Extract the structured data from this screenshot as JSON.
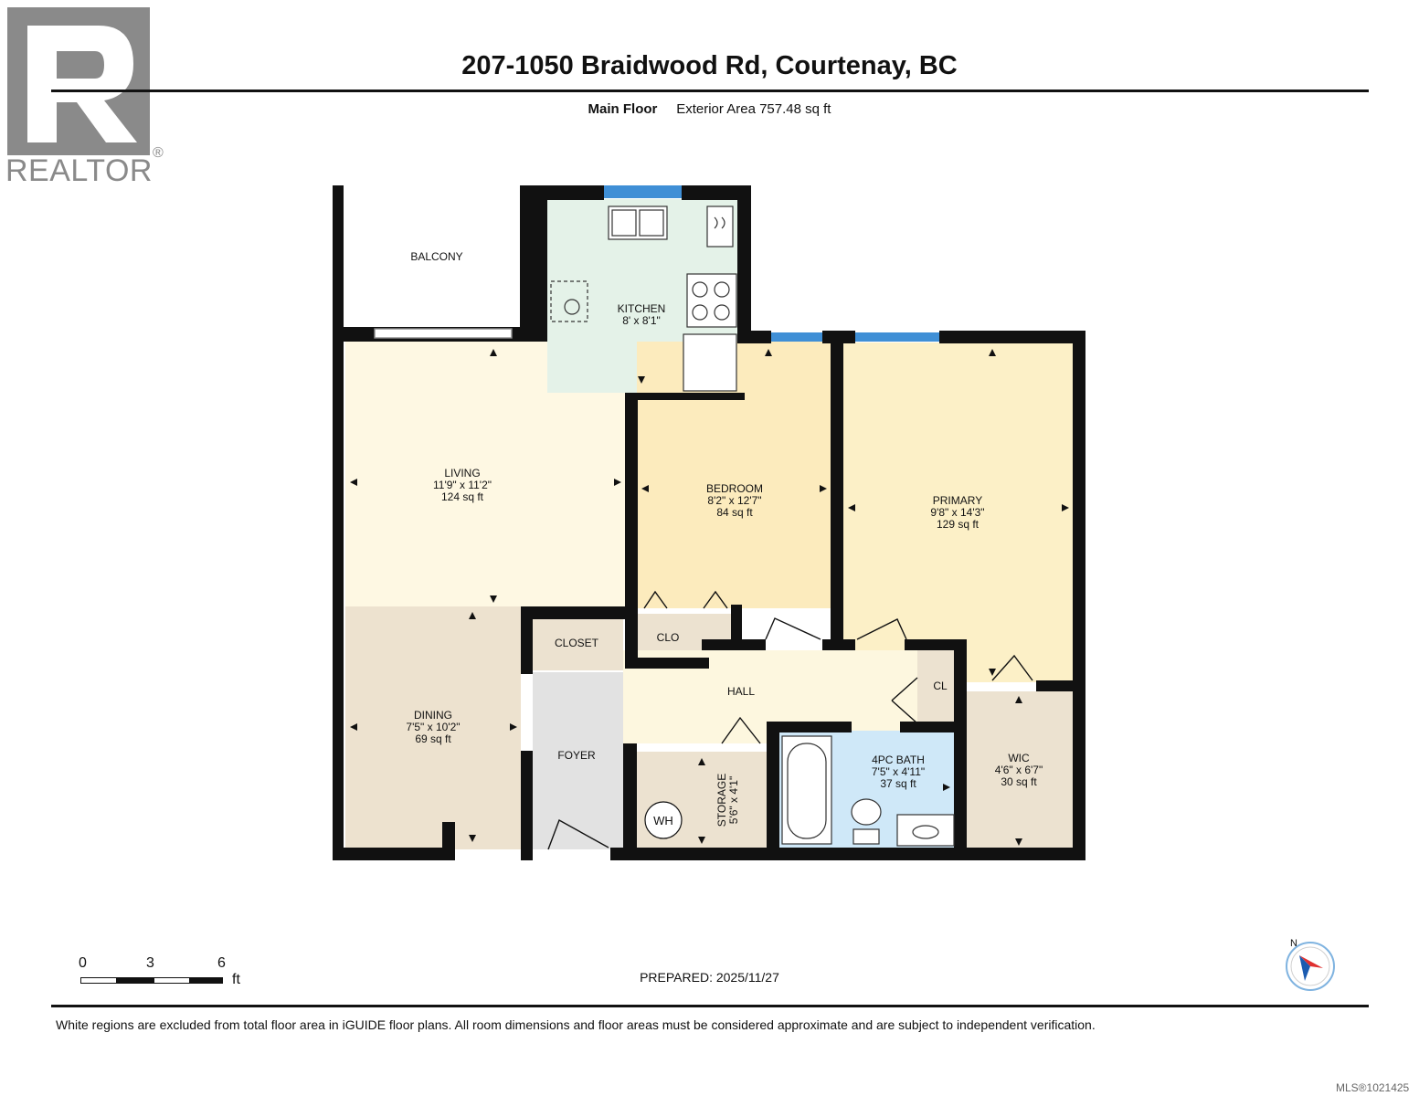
{
  "header": {
    "title": "207-1050 Braidwood Rd, Courtenay, BC",
    "floor_label": "Main Floor",
    "exterior_area": "Exterior Area 757.48 sq ft"
  },
  "logo": {
    "wordmark": "REALTOR",
    "registered": "®"
  },
  "rooms": [
    {
      "id": "balcony",
      "name": "BALCONY",
      "dims": "",
      "area": ""
    },
    {
      "id": "kitchen",
      "name": "KITCHEN",
      "dims": "8' x 8'1\"",
      "area": ""
    },
    {
      "id": "living",
      "name": "LIVING",
      "dims": "11'9\" x 11'2\"",
      "area": "124 sq ft"
    },
    {
      "id": "bedroom",
      "name": "BEDROOM",
      "dims": "8'2\" x 12'7\"",
      "area": "84 sq ft"
    },
    {
      "id": "primary",
      "name": "PRIMARY",
      "dims": "9'8\" x 14'3\"",
      "area": "129 sq ft"
    },
    {
      "id": "clo",
      "name": "CLO",
      "dims": "",
      "area": ""
    },
    {
      "id": "closet",
      "name": "CLOSET",
      "dims": "",
      "area": ""
    },
    {
      "id": "hall",
      "name": "HALL",
      "dims": "",
      "area": ""
    },
    {
      "id": "cl",
      "name": "CL",
      "dims": "",
      "area": ""
    },
    {
      "id": "dining",
      "name": "DINING",
      "dims": "7'5\" x 10'2\"",
      "area": "69 sq ft"
    },
    {
      "id": "foyer",
      "name": "FOYER",
      "dims": "",
      "area": ""
    },
    {
      "id": "storage",
      "name": "STORAGE",
      "dims": "5'6\" x 4'1\"",
      "area": ""
    },
    {
      "id": "bath",
      "name": "4PC BATH",
      "dims": "7'5\" x 4'11\"",
      "area": "37 sq ft"
    },
    {
      "id": "wic",
      "name": "WIC",
      "dims": "4'6\" x 6'7\"",
      "area": "30 sq ft"
    }
  ],
  "fixtures": {
    "water_heater": "WH"
  },
  "colors": {
    "wall": "#111111",
    "window": "#3f8fd6",
    "living": "#fef8e3",
    "dining": "#ede2cf",
    "kitchen": "#e4f2e8",
    "bedroom": "#fcebbd",
    "primary": "#fcf0c7",
    "hall": "#fdf7df",
    "closet": "#ece2d0",
    "foyer": "#e2e2e2",
    "bath": "#cfe8f8",
    "balcony": "#ffffff",
    "compass_red": "#e03030",
    "compass_blue": "#1b5bb0"
  },
  "scale": {
    "ticks": [
      "0",
      "3",
      "6"
    ],
    "unit": "ft"
  },
  "prepared": "PREPARED: 2025/11/27",
  "compass": {
    "north_label": "N"
  },
  "footer": {
    "disclaimer": "White regions are excluded from total floor area in iGUIDE floor plans. All room dimensions and floor areas must be considered approximate and are subject to independent verification.",
    "mls": "MLS®1021425"
  }
}
